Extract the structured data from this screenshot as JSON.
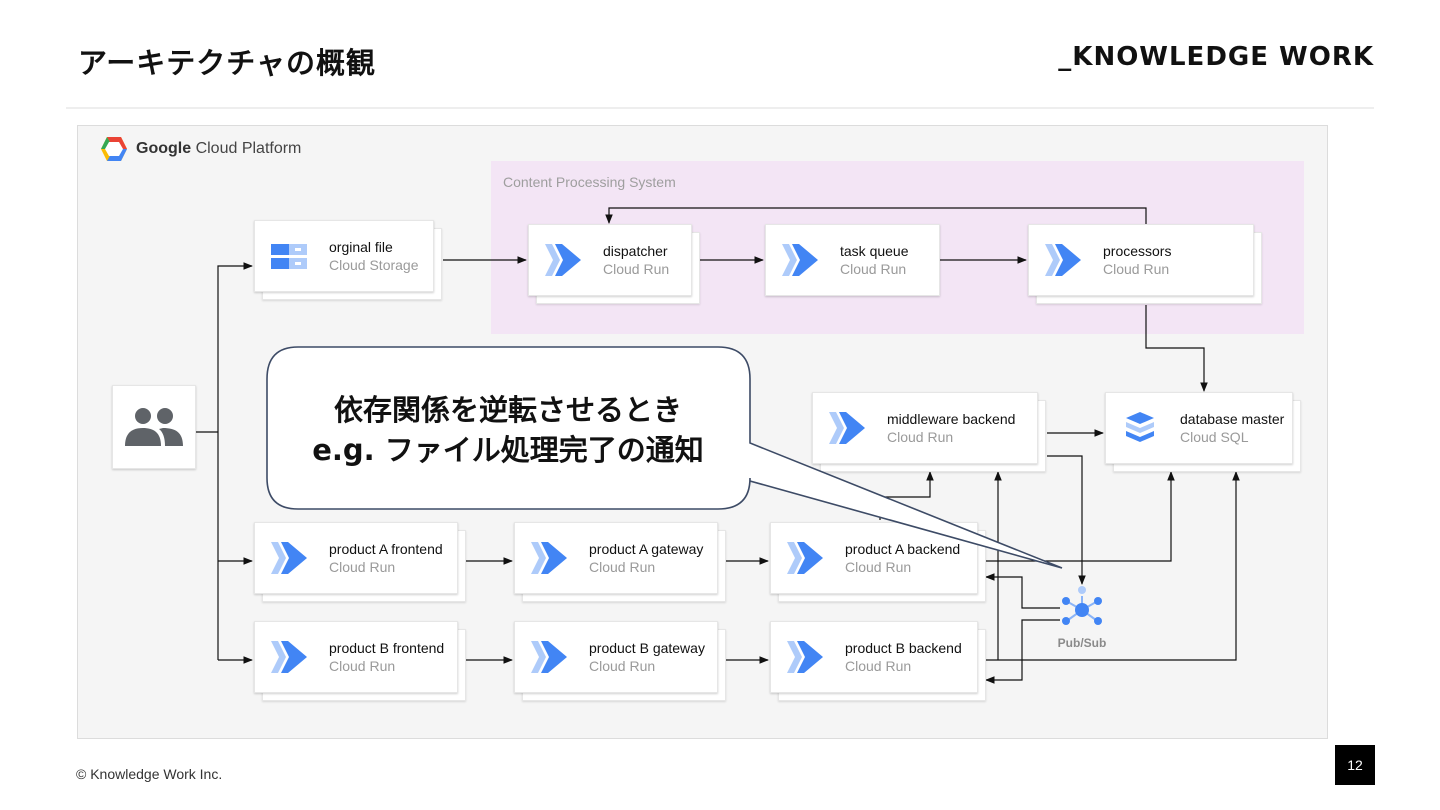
{
  "header": {
    "title": "アーキテクチャの概観",
    "brand": "_KNOWLEDGE WORK"
  },
  "footer": {
    "copyright": "© Knowledge Work Inc.",
    "page_number": "12"
  },
  "gcp": {
    "brand_bold": "Google",
    "brand_rest": "Cloud Platform"
  },
  "cps": {
    "label": "Content Processing System"
  },
  "nodes": {
    "original_file": {
      "name": "orginal file",
      "service": "Cloud Storage"
    },
    "dispatcher": {
      "name": "dispatcher",
      "service": "Cloud Run"
    },
    "task_queue": {
      "name": "task queue",
      "service": "Cloud Run"
    },
    "processors": {
      "name": "processors",
      "service": "Cloud Run"
    },
    "middleware": {
      "name": "middleware backend",
      "service": "Cloud Run"
    },
    "database": {
      "name": "database master",
      "service": "Cloud SQL"
    },
    "a_frontend": {
      "name": "product A frontend",
      "service": "Cloud Run"
    },
    "a_gateway": {
      "name": "product A gateway",
      "service": "Cloud Run"
    },
    "a_backend": {
      "name": "product A backend",
      "service": "Cloud Run"
    },
    "b_frontend": {
      "name": "product B frontend",
      "service": "Cloud Run"
    },
    "b_gateway": {
      "name": "product B gateway",
      "service": "Cloud Run"
    },
    "b_backend": {
      "name": "product B backend",
      "service": "Cloud Run"
    }
  },
  "pubsub": {
    "label": "Pub/Sub"
  },
  "callout": {
    "line1": "依存関係を逆転させるとき",
    "line2": "e.g. ファイル処理完了の通知"
  },
  "icons": {
    "cloud_run": "cloud-run-icon",
    "cloud_storage": "cloud-storage-icon",
    "cloud_sql": "cloud-sql-icon",
    "users": "users-icon",
    "pubsub": "pubsub-icon",
    "gcp": "gcp-logo-icon"
  },
  "colors": {
    "cloud_blue": "#4285f4",
    "cloud_light": "#aecbfa",
    "purple_bg": "#f3e5f5",
    "canvas_bg": "#f5f5f5",
    "callout_border": "#3d4b66"
  }
}
